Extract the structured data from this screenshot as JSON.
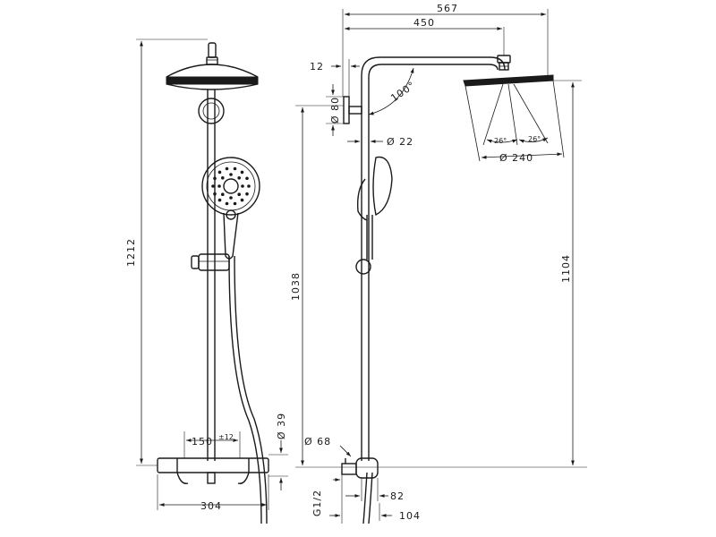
{
  "colors": {
    "line": "#1a1a1a",
    "background": "#ffffff"
  },
  "left_view": {
    "height_total": "1212",
    "centers": "150",
    "centers_tolerance": "±12",
    "width_total": "304",
    "outlet_diameter": "Ø 39"
  },
  "right_view": {
    "projection_total": "567",
    "arm_length": "450",
    "wall_offset": "12",
    "rose_diameter": "Ø 80",
    "angle_arm": "100°",
    "pipe_diameter": "Ø 22",
    "spray_angle_left": "26°",
    "spray_angle_right": "26°",
    "head_diameter": "Ø 240",
    "height_bar": "1038",
    "height_head": "1104",
    "mixer_diameter": "Ø 68",
    "thread": "G1/2",
    "depth_inner": "82",
    "depth_outer": "104"
  }
}
